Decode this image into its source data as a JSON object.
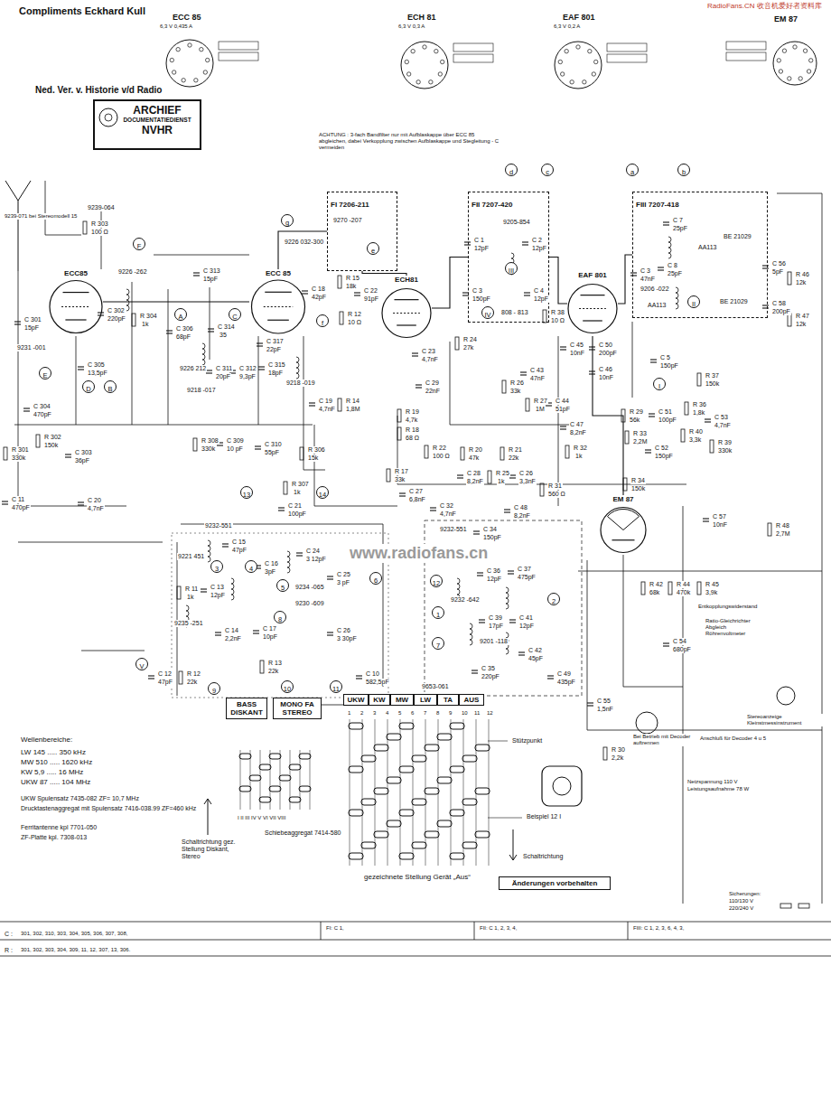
{
  "diagram": {
    "nodes": [
      {
        "text": [
          "ARCHIEF",
          "DOCUMENTATIEDIENST",
          "NVHR"
        ]
      },
      {
        "text": [
          "FI 7206-211"
        ]
      },
      {
        "text": [
          "FII 7207-420"
        ]
      },
      {
        "text": [
          "FIII 7207-418"
        ]
      },
      {
        "text": [
          "ECC85"
        ]
      },
      {
        "text": [
          "ECC 85"
        ]
      },
      {
        "text": [
          "ECH81"
        ]
      },
      {
        "text": [
          "EAF 801"
        ]
      },
      {
        "text": [
          "EM 87"
        ]
      },
      {
        "text": [
          "BASS DISKANT"
        ]
      },
      {
        "text": [
          "MONO FA STEREO"
        ]
      },
      {
        "text": [
          "UKW"
        ]
      },
      {
        "text": [
          "KW"
        ]
      },
      {
        "text": [
          "MW"
        ]
      },
      {
        "text": [
          "LW"
        ]
      },
      {
        "text": [
          "TA"
        ]
      },
      {
        "text": [
          "AUS"
        ]
      },
      {
        "text": [
          "Änderungen vorbehalten"
        ]
      },
      {
        "text": [
          "a"
        ]
      },
      {
        "text": [
          "b"
        ]
      },
      {
        "text": [
          "c"
        ]
      },
      {
        "text": [
          "d"
        ]
      },
      {
        "text": [
          "e"
        ],
        "in": 1
      },
      {
        "text": [
          "f"
        ]
      },
      {
        "text": [
          "g"
        ]
      },
      {
        "text": [
          "A"
        ]
      },
      {
        "text": [
          "B"
        ]
      },
      {
        "text": [
          "C"
        ]
      },
      {
        "text": [
          "D"
        ]
      },
      {
        "text": [
          "E"
        ]
      },
      {
        "text": [
          "F"
        ]
      },
      {
        "text": [
          "I"
        ]
      },
      {
        "text": [
          "II"
        ],
        "in": 3
      },
      {
        "text": [
          "III"
        ],
        "in": 2
      },
      {
        "text": [
          "IV"
        ],
        "in": 2
      },
      {
        "text": [
          "V"
        ]
      },
      {
        "text": [
          "13"
        ]
      },
      {
        "text": [
          "14"
        ]
      },
      {
        "text": [
          "3"
        ]
      },
      {
        "text": [
          "4"
        ]
      },
      {
        "text": [
          "5"
        ]
      },
      {
        "text": [
          "6"
        ]
      },
      {
        "text": [
          "8"
        ]
      },
      {
        "text": [
          "9"
        ]
      },
      {
        "text": [
          "10"
        ]
      },
      {
        "text": [
          "11"
        ]
      },
      {
        "text": [
          "12"
        ]
      },
      {
        "text": [
          "1"
        ]
      },
      {
        "text": [
          "2"
        ]
      },
      {
        "text": [
          "7"
        ]
      }
    ],
    "edges": [
      {
        "from": 4,
        "to": 5,
        "arrow": "none"
      },
      {
        "from": 5,
        "to": 1,
        "arrow": "none"
      },
      {
        "from": 1,
        "to": 6,
        "arrow": "none"
      },
      {
        "from": 6,
        "to": 2,
        "arrow": "none"
      },
      {
        "from": 2,
        "to": 7,
        "arrow": "none"
      },
      {
        "from": 7,
        "to": 3,
        "arrow": "none"
      },
      {
        "from": 7,
        "to": 8,
        "arrow": "none"
      }
    ],
    "labels": [
      "Compliments Eckhard Kull",
      "RadioFans.CN 收音机爱好者资料库",
      "ECC 85",
      "6,3 V 0,435 A",
      "ECH 81",
      "6,3 V 0,3 A",
      "EAF 801",
      "6,3 V 0,2 A",
      "EM 87",
      "Ned. Ver. v. Historie v/d Radio",
      "ACHTUNG : 3-fach Bandfilter nur mit Aufblaskappe über ECC 85 abgleichen, dabei Verkopplung zwischen Aufblaskappe und Stegleitung - C vermeiden",
      "9239-071 bei Stereomodell 15",
      "9239-064",
      "R 303",
      "100 Ω",
      "C 301",
      "15pF",
      "C 302",
      "220pF",
      "9231 -001",
      "C 305",
      "13,5pF",
      "C 304",
      "470pF",
      "R 302",
      "150k",
      "R 301",
      "330k",
      "C 303",
      "36pF",
      "C 11",
      "470pF",
      "C 20",
      "4,7nF",
      "9226 -262",
      "R 304",
      "1k",
      "C 313",
      "15pF",
      "C 306",
      "68pF",
      "9226 212",
      "C 311",
      "20pF",
      "C 312",
      "9,3pF",
      "C 314",
      "35",
      "C 317",
      "22pF",
      "C 315",
      "18pF",
      "9218 -017",
      "9218 -019",
      "R 308",
      "330k",
      "C 309",
      "10 pF",
      "C 310",
      "55pF",
      "R 306",
      "15k",
      "9226 032-300",
      "C 18",
      "42pF",
      "R 15",
      "18k",
      "9270 -207",
      "C 22",
      "91pF",
      "R 12",
      "10 Ω",
      "C 19",
      "4,7nF",
      "R 14",
      "1,8M",
      "C 23",
      "4,7nF",
      "R 24",
      "27k",
      "C 29",
      "22nF",
      "R 19",
      "4,7k",
      "R 18",
      "68 Ω",
      "R 22",
      "100 Ω",
      "R 20",
      "47k",
      "R 17",
      "33k",
      "C 27",
      "6,8nF",
      "C 32",
      "4,7nF",
      "C 28",
      "8,2nF",
      "R 25",
      "1k",
      "R 21",
      "22k",
      "C 26",
      "3,3nF",
      "C 48",
      "8,2nF",
      "R 31",
      "560 Ω",
      "R 32",
      "1k",
      "R 38",
      "10 Ω",
      "C 45",
      "10nF",
      "C 50",
      "200pF",
      "C 46",
      "10nF",
      "C 43",
      "47nF",
      "R 26",
      "33k",
      "R 27",
      "1M",
      "C 44",
      "51pF",
      "C 47",
      "8,2nF",
      "R 29",
      "56k",
      "R 33",
      "2,2M",
      "C 52",
      "150pF",
      "R 34",
      "150k",
      "C 51",
      "100pF",
      "R 36",
      "1,8k",
      "R 37",
      "150k",
      "C 53",
      "4,7nF",
      "R 40",
      "3,3k",
      "R 39",
      "330k",
      "C 57",
      "10nF",
      "R 42",
      "68k",
      "R 44",
      "470k",
      "R 45",
      "3,9k",
      "R 48",
      "2,7M",
      "R 46",
      "12k",
      "R 47",
      "12k",
      "C 56",
      "5pF",
      "C 58",
      "200pF",
      "C 7",
      "25pF",
      "C 8",
      "25pF",
      "AA113",
      "BE 21029",
      "AA113",
      "BE 21029",
      "C 3",
      "47nF",
      "9206 -022",
      "9205-854",
      "C 1",
      "12pF",
      "C 2",
      "12pF",
      "C 3",
      "150pF",
      "C 4",
      "12pF",
      "808 - 813",
      "C 5",
      "150pF",
      "R 307",
      "1k",
      "C 21",
      "100pF",
      "9232-551",
      "C 15",
      "47pF",
      "9221 451",
      "C 16",
      "3pF",
      "C 24",
      "3 12pF",
      "C 25",
      "3 pF",
      "9234 -065",
      "9230 -609",
      "C 26",
      "3 30pF",
      "C 14",
      "2,2nF",
      "C 17",
      "10pF",
      "R 13",
      "22k",
      "C 13",
      "12pF",
      "R 11",
      "1k",
      "9235 -251",
      "C 12",
      "47pF",
      "R 12",
      "22k",
      "C 10",
      "582,5pF",
      "C 34",
      "150pF",
      "9232-551",
      "C 36",
      "12pF",
      "C 37",
      "475pF",
      "9232 -642",
      "C 39",
      "17pF",
      "C 41",
      "12pF",
      "9201 -118",
      "C 42",
      "45pF",
      "C 35",
      "220pF",
      "C 49",
      "435pF",
      "9653-061",
      "C 54",
      "680pF",
      "C 55",
      "1,5nF",
      "R 30",
      "2,2k",
      "Bei Betrieb mit Decoder auftrennen",
      "Anschluß für Decoder 4 u 5",
      "Stereoanzeige Kleinstmessinstrument",
      "Ratio-Gleichrichter Abgleich Röhrenvoltmeter",
      "Entkopplungswiderstand",
      "Netzspannung 110 V",
      "Leistungsaufnahme 78 W",
      "Sicherungen:",
      "110/130 V",
      "220/240 V",
      "1",
      "2",
      "3",
      "4",
      "5",
      "6",
      "7",
      "8",
      "9",
      "10",
      "11",
      "12",
      "Stützpunkt",
      "Beispiel 12 I",
      "Schaltrichtung",
      "gezeichnete Stellung Gerät „Aus“",
      "Schaltrichtung gez. Stellung Diskant, Stereo",
      "Schiebeaggregat 7414-580",
      "I II III IV V VI VII VIII",
      "Wellenbereiche:",
      "LW 145 ..... 350 kHz",
      "MW 510 ..... 1620 kHz",
      "KW 5,9 ..... 16 MHz",
      "UKW 87 ..... 104 MHz",
      "UKW Spulensatz 7435-082 ZF= 10,7 MHz",
      "Drucktastenaggregat mit Spulensatz 7416-038.99 ZF=460 kHz",
      "Ferritantenne kpl 7701-050",
      "ZF-Platte kpl. 7308-013",
      "www.radiofans.cn",
      "C :",
      "R :",
      "301, 302, 310, 303, 304, 305, 306, 307, 308,",
      "301, 302, 303, 304, 309, 11, 12, 307, 13, 306.",
      "FI: C 1,",
      "FII: C 1, 2, 3, 4,",
      "FIII: C 1, 2, 3, 6, 4, 3,"
    ]
  }
}
